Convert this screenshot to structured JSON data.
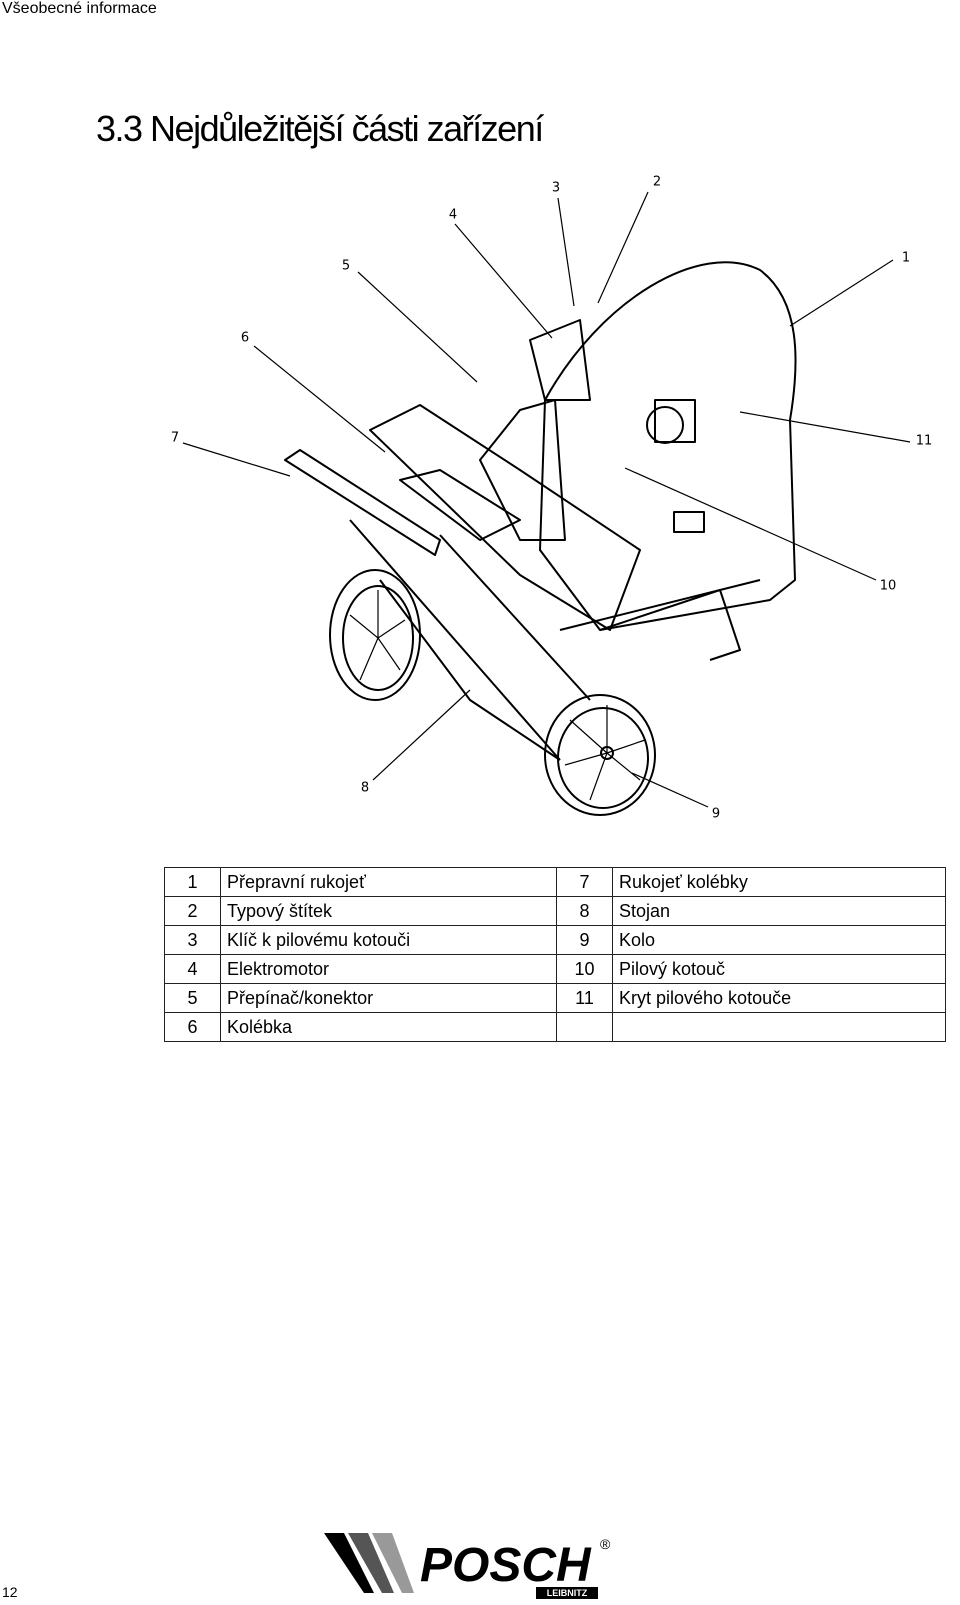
{
  "header": {
    "section": "Všeobecné informace"
  },
  "title": "3.3  Nejdůležitější části zařízení",
  "callouts": [
    "1",
    "2",
    "3",
    "4",
    "5",
    "6",
    "7",
    "8",
    "9",
    "10",
    "11"
  ],
  "parts": [
    {
      "n1": "1",
      "l1": "Přepravní rukojeť",
      "n2": "7",
      "l2": "Rukojeť kolébky"
    },
    {
      "n1": "2",
      "l1": "Typový štítek",
      "n2": "8",
      "l2": "Stojan"
    },
    {
      "n1": "3",
      "l1": "Klíč k pilovému kotouči",
      "n2": "9",
      "l2": "Kolo"
    },
    {
      "n1": "4",
      "l1": "Elektromotor",
      "n2": "10",
      "l2": "Pilový kotouč"
    },
    {
      "n1": "5",
      "l1": "Přepínač/konektor",
      "n2": "11",
      "l2": "Kryt pilového kotouče"
    },
    {
      "n1": "6",
      "l1": "Kolébka",
      "n2": "",
      "l2": ""
    }
  ],
  "footer": {
    "page_number": "12",
    "logo_text": "POSCH",
    "logo_sub": "LEIBNITZ",
    "registered": "®"
  }
}
